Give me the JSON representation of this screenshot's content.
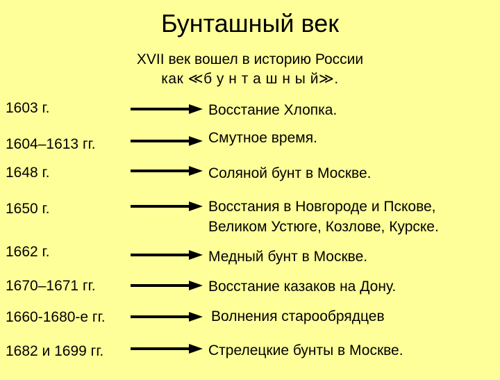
{
  "title": "Бунташный век",
  "subtitle": {
    "line1": "XVII век вошел в историю России",
    "line2": "как ≪б у н т а ш н ы й≫."
  },
  "rows": [
    {
      "date": "1603 г.",
      "event_line1": "Восстание Хлопка.",
      "event_line2": ""
    },
    {
      "date": "1604–1613 гг.",
      "event_line1": "Смутное время.",
      "event_line2": ""
    },
    {
      "date": "1648 г.",
      "event_line1": "Соляной бунт в Москве.",
      "event_line2": ""
    },
    {
      "date": "1650 г.",
      "event_line1": "Восстания в Новгороде и Пскове,",
      "event_line2": "Великом Устюге, Козлове, Курске."
    },
    {
      "date": "1662 г.",
      "event_line1": "Медный бунт в Москве.",
      "event_line2": ""
    },
    {
      "date": "1670–1671 гг.",
      "event_line1": "Восстание казаков на Дону.",
      "event_line2": ""
    },
    {
      "date": "1660-1680-е гг.",
      "event_line1": "Волнения старообрядцев",
      "event_line2": ""
    },
    {
      "date": "1682 и 1699 гг.",
      "event_line1": "Стрелецкие бунты в Москве.",
      "event_line2": ""
    }
  ],
  "colors": {
    "background": "#ffff99",
    "text": "#000000",
    "arrow": "#000000"
  },
  "icons": {
    "arrow": "right-arrow-icon"
  }
}
